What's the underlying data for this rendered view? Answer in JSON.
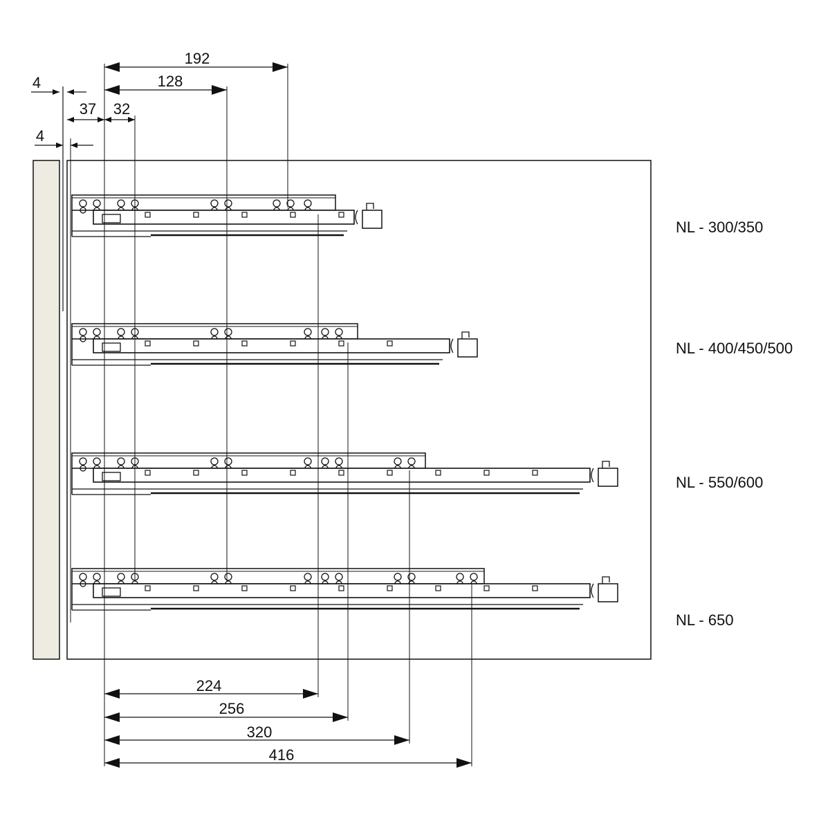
{
  "dimensions_top": {
    "d192": "192",
    "d128": "128",
    "d37": "37",
    "d32": "32",
    "d4_top": "4",
    "d4_bottom": "4"
  },
  "dimensions_bottom": {
    "d224": "224",
    "d256": "256",
    "d320": "320",
    "d416": "416"
  },
  "runner_labels": [
    "NL - 300/350",
    "NL - 400/450/500",
    "NL - 550/600",
    "NL - 650"
  ],
  "colors": {
    "line": "#111111",
    "side_panel": "#eeebe2"
  }
}
